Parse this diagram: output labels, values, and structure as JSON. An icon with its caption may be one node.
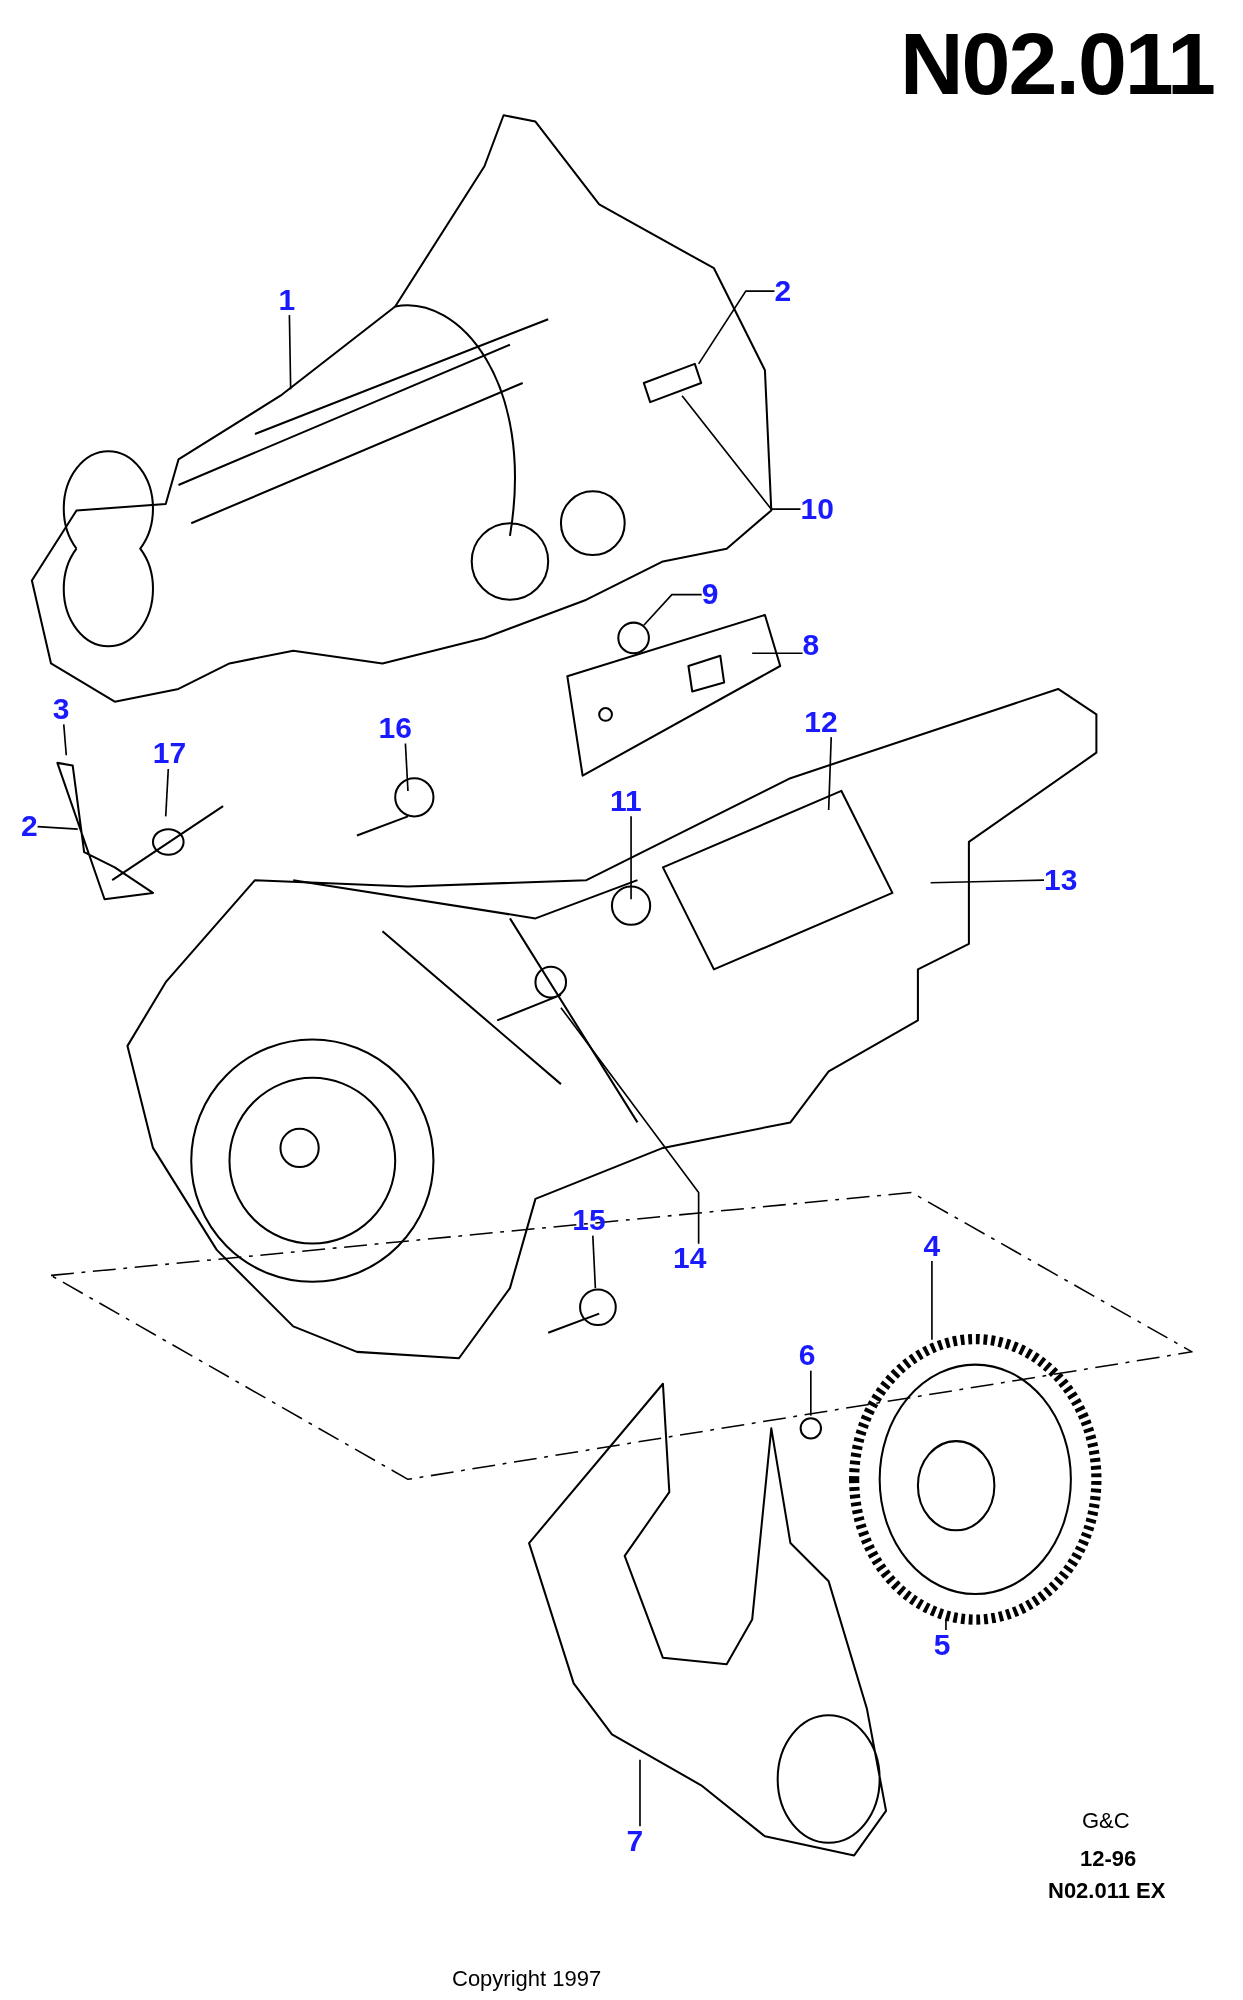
{
  "diagram": {
    "title": "N02.011",
    "nodes": [
      {
        "text": [
          "1"
        ]
      },
      {
        "text": [
          "2"
        ]
      },
      {
        "text": [
          "10"
        ]
      },
      {
        "text": [
          "9"
        ]
      },
      {
        "text": [
          "8"
        ]
      },
      {
        "text": [
          "3"
        ]
      },
      {
        "text": [
          "17"
        ]
      },
      {
        "text": [
          "16"
        ]
      },
      {
        "text": [
          "12"
        ]
      },
      {
        "text": [
          "2"
        ]
      },
      {
        "text": [
          "11"
        ]
      },
      {
        "text": [
          "13"
        ]
      },
      {
        "text": [
          "15"
        ]
      },
      {
        "text": [
          "14"
        ]
      },
      {
        "text": [
          "4"
        ]
      },
      {
        "text": [
          "6"
        ]
      },
      {
        "text": [
          "5"
        ]
      },
      {
        "text": [
          "7"
        ]
      },
      {
        "text": [],
        "shape": "picture"
      }
    ],
    "edges": [
      {
        "from": 0,
        "to": null,
        "arrow": "none"
      },
      {
        "from": 1,
        "to": null,
        "arrow": "none"
      },
      {
        "from": 2,
        "to": null,
        "arrow": "none"
      },
      {
        "from": 3,
        "to": null,
        "arrow": "none"
      },
      {
        "from": 4,
        "to": null,
        "arrow": "none"
      },
      {
        "from": 5,
        "to": null,
        "arrow": "none"
      },
      {
        "from": 6,
        "to": null,
        "arrow": "none"
      },
      {
        "from": 7,
        "to": null,
        "arrow": "none"
      },
      {
        "from": 8,
        "to": null,
        "arrow": "none"
      },
      {
        "from": 9,
        "to": null,
        "arrow": "none"
      },
      {
        "from": 10,
        "to": null,
        "arrow": "none"
      },
      {
        "from": 11,
        "to": null,
        "arrow": "none"
      },
      {
        "from": 12,
        "to": null,
        "arrow": "none"
      },
      {
        "from": 13,
        "to": null,
        "arrow": "none"
      },
      {
        "from": 14,
        "to": 18,
        "arrow": "none"
      },
      {
        "from": 15,
        "to": null,
        "arrow": "none"
      },
      {
        "from": 16,
        "to": 18,
        "arrow": "none"
      },
      {
        "from": 17,
        "to": null,
        "arrow": "none"
      }
    ],
    "labels": [
      "G&C",
      "12-96",
      "N02.011 EX",
      "Copyright 1997"
    ]
  }
}
